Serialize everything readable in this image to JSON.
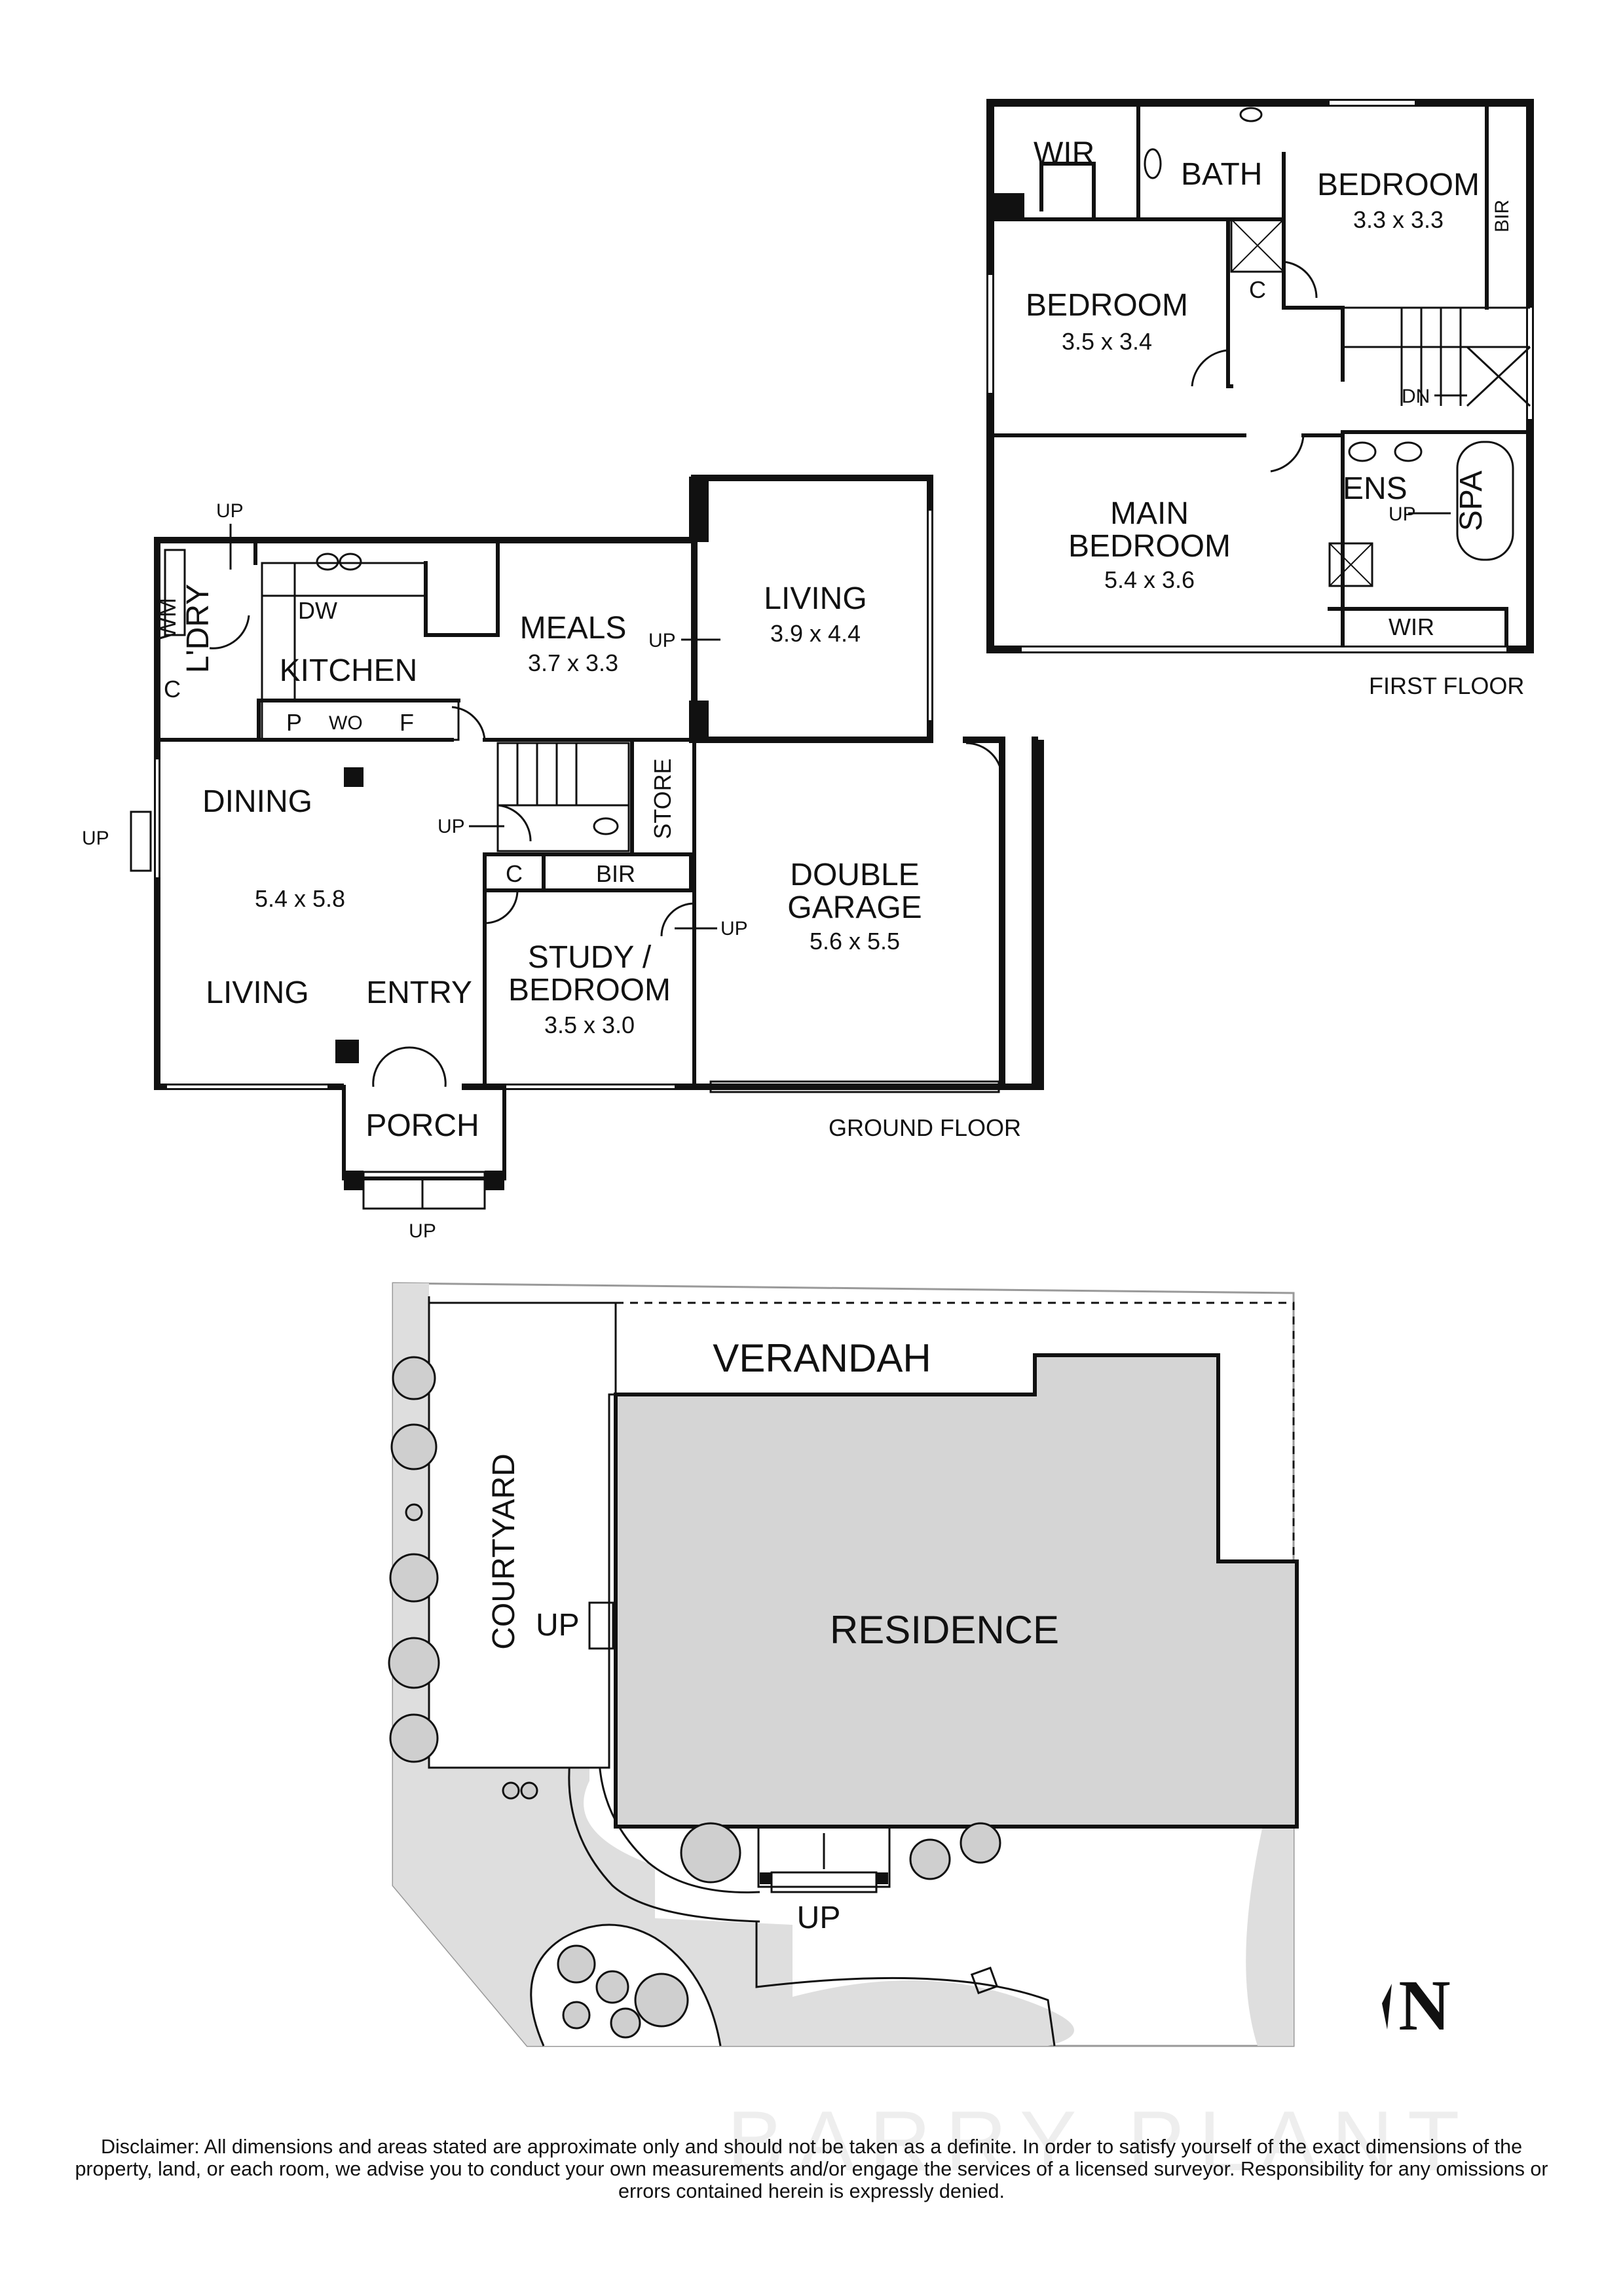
{
  "first_floor": {
    "label": "FIRST FLOOR",
    "rooms": [
      {
        "name": "WIR"
      },
      {
        "name": "BATH"
      },
      {
        "name": "BEDROOM",
        "size": "3.3 x 3.3"
      },
      {
        "name": "BIR"
      },
      {
        "name": "C"
      },
      {
        "name": "BEDROOM",
        "size": "3.5 x 3.4"
      },
      {
        "name": "DN"
      },
      {
        "name": "ENS"
      },
      {
        "name": "UP"
      },
      {
        "name": "SPA"
      },
      {
        "name": "MAIN",
        "name2": "BEDROOM",
        "size": "5.4 x 3.6"
      },
      {
        "name": "WIR"
      }
    ]
  },
  "ground_floor": {
    "label": "GROUND FLOOR",
    "rooms": [
      {
        "name": "UP"
      },
      {
        "name": "WM"
      },
      {
        "name": "L'DRY"
      },
      {
        "name": "DW"
      },
      {
        "name": "KITCHEN"
      },
      {
        "name": "C"
      },
      {
        "name": "P"
      },
      {
        "name": "WO"
      },
      {
        "name": "F"
      },
      {
        "name": "MEALS",
        "size": "3.7 x 3.3"
      },
      {
        "name": "UP"
      },
      {
        "name": "LIVING",
        "size": "3.9 x 4.4"
      },
      {
        "name": "DINING"
      },
      {
        "name": "5.4 x 5.8"
      },
      {
        "name": "UP"
      },
      {
        "name": "UP"
      },
      {
        "name": "STORE"
      },
      {
        "name": "C"
      },
      {
        "name": "BIR"
      },
      {
        "name": "DOUBLE",
        "name2": "GARAGE",
        "size": "5.6 x 5.5"
      },
      {
        "name": "UP"
      },
      {
        "name": "STUDY /",
        "name2": "BEDROOM",
        "size": "3.5 x 3.0"
      },
      {
        "name": "LIVING"
      },
      {
        "name": "ENTRY"
      },
      {
        "name": "PORCH"
      },
      {
        "name": "UP"
      }
    ]
  },
  "site": {
    "verandah": "VERANDAH",
    "courtyard": "COURTYARD",
    "residence": "RESIDENCE",
    "up_side": "UP",
    "up_front": "UP",
    "north": "N"
  },
  "watermark": "BARRY PLANT",
  "disclaimer": "Disclaimer: All dimensions and areas stated are approximate only and should not be taken as a definite. In order to satisfy yourself of the exact dimensions of the property, land, or each room, we advise you to conduct your own measurements and/or engage the services of a licensed surveyor. Responsibility for any omissions or errors contained herein is expressly denied."
}
